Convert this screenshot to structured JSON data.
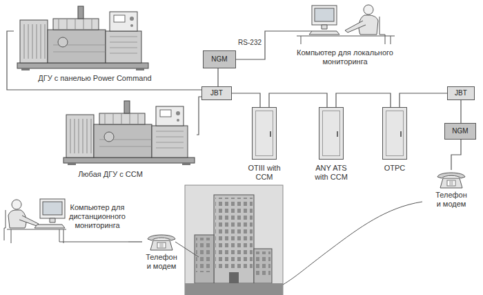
{
  "diagram": {
    "nodes": [
      {
        "text": [
          "ДГУ с панелью Power Command"
        ]
      },
      {
        "text": [
          "Компьютер для локального мониторинга"
        ]
      },
      {
        "text": [
          "NGM"
        ]
      },
      {
        "text": [
          "JBT"
        ]
      },
      {
        "text": [
          "JBT"
        ]
      },
      {
        "text": [
          "Любая ДГУ с CCM"
        ]
      },
      {
        "text": [
          "OTIII with CCM"
        ]
      },
      {
        "text": [
          "ANY ATS with CCM"
        ]
      },
      {
        "text": [
          "OTPC"
        ]
      },
      {
        "text": [
          "NGM"
        ]
      },
      {
        "text": [
          "Компьютер для дистанционного мониторинга"
        ]
      },
      {
        "text": [
          "Телефон и модем"
        ]
      },
      {
        "text": [
          "Телефон и модем"
        ]
      }
    ],
    "edges": [
      {
        "from": 0,
        "to": 3,
        "arrow": "none"
      },
      {
        "from": 5,
        "to": 3,
        "arrow": "none"
      },
      {
        "from": 2,
        "to": 3,
        "arrow": "none"
      },
      {
        "from": 2,
        "to": 1,
        "label": "RS-232",
        "arrow": "none"
      },
      {
        "from": 3,
        "to": 6,
        "arrow": "none"
      },
      {
        "from": 6,
        "to": 7,
        "arrow": "none"
      },
      {
        "from": 7,
        "to": 8,
        "arrow": "none"
      },
      {
        "from": 8,
        "to": 4,
        "arrow": "none"
      },
      {
        "from": 4,
        "to": 9,
        "arrow": "none"
      },
      {
        "from": 9,
        "to": 11,
        "arrow": "none"
      },
      {
        "from": 10,
        "to": 12,
        "arrow": "none"
      }
    ]
  }
}
